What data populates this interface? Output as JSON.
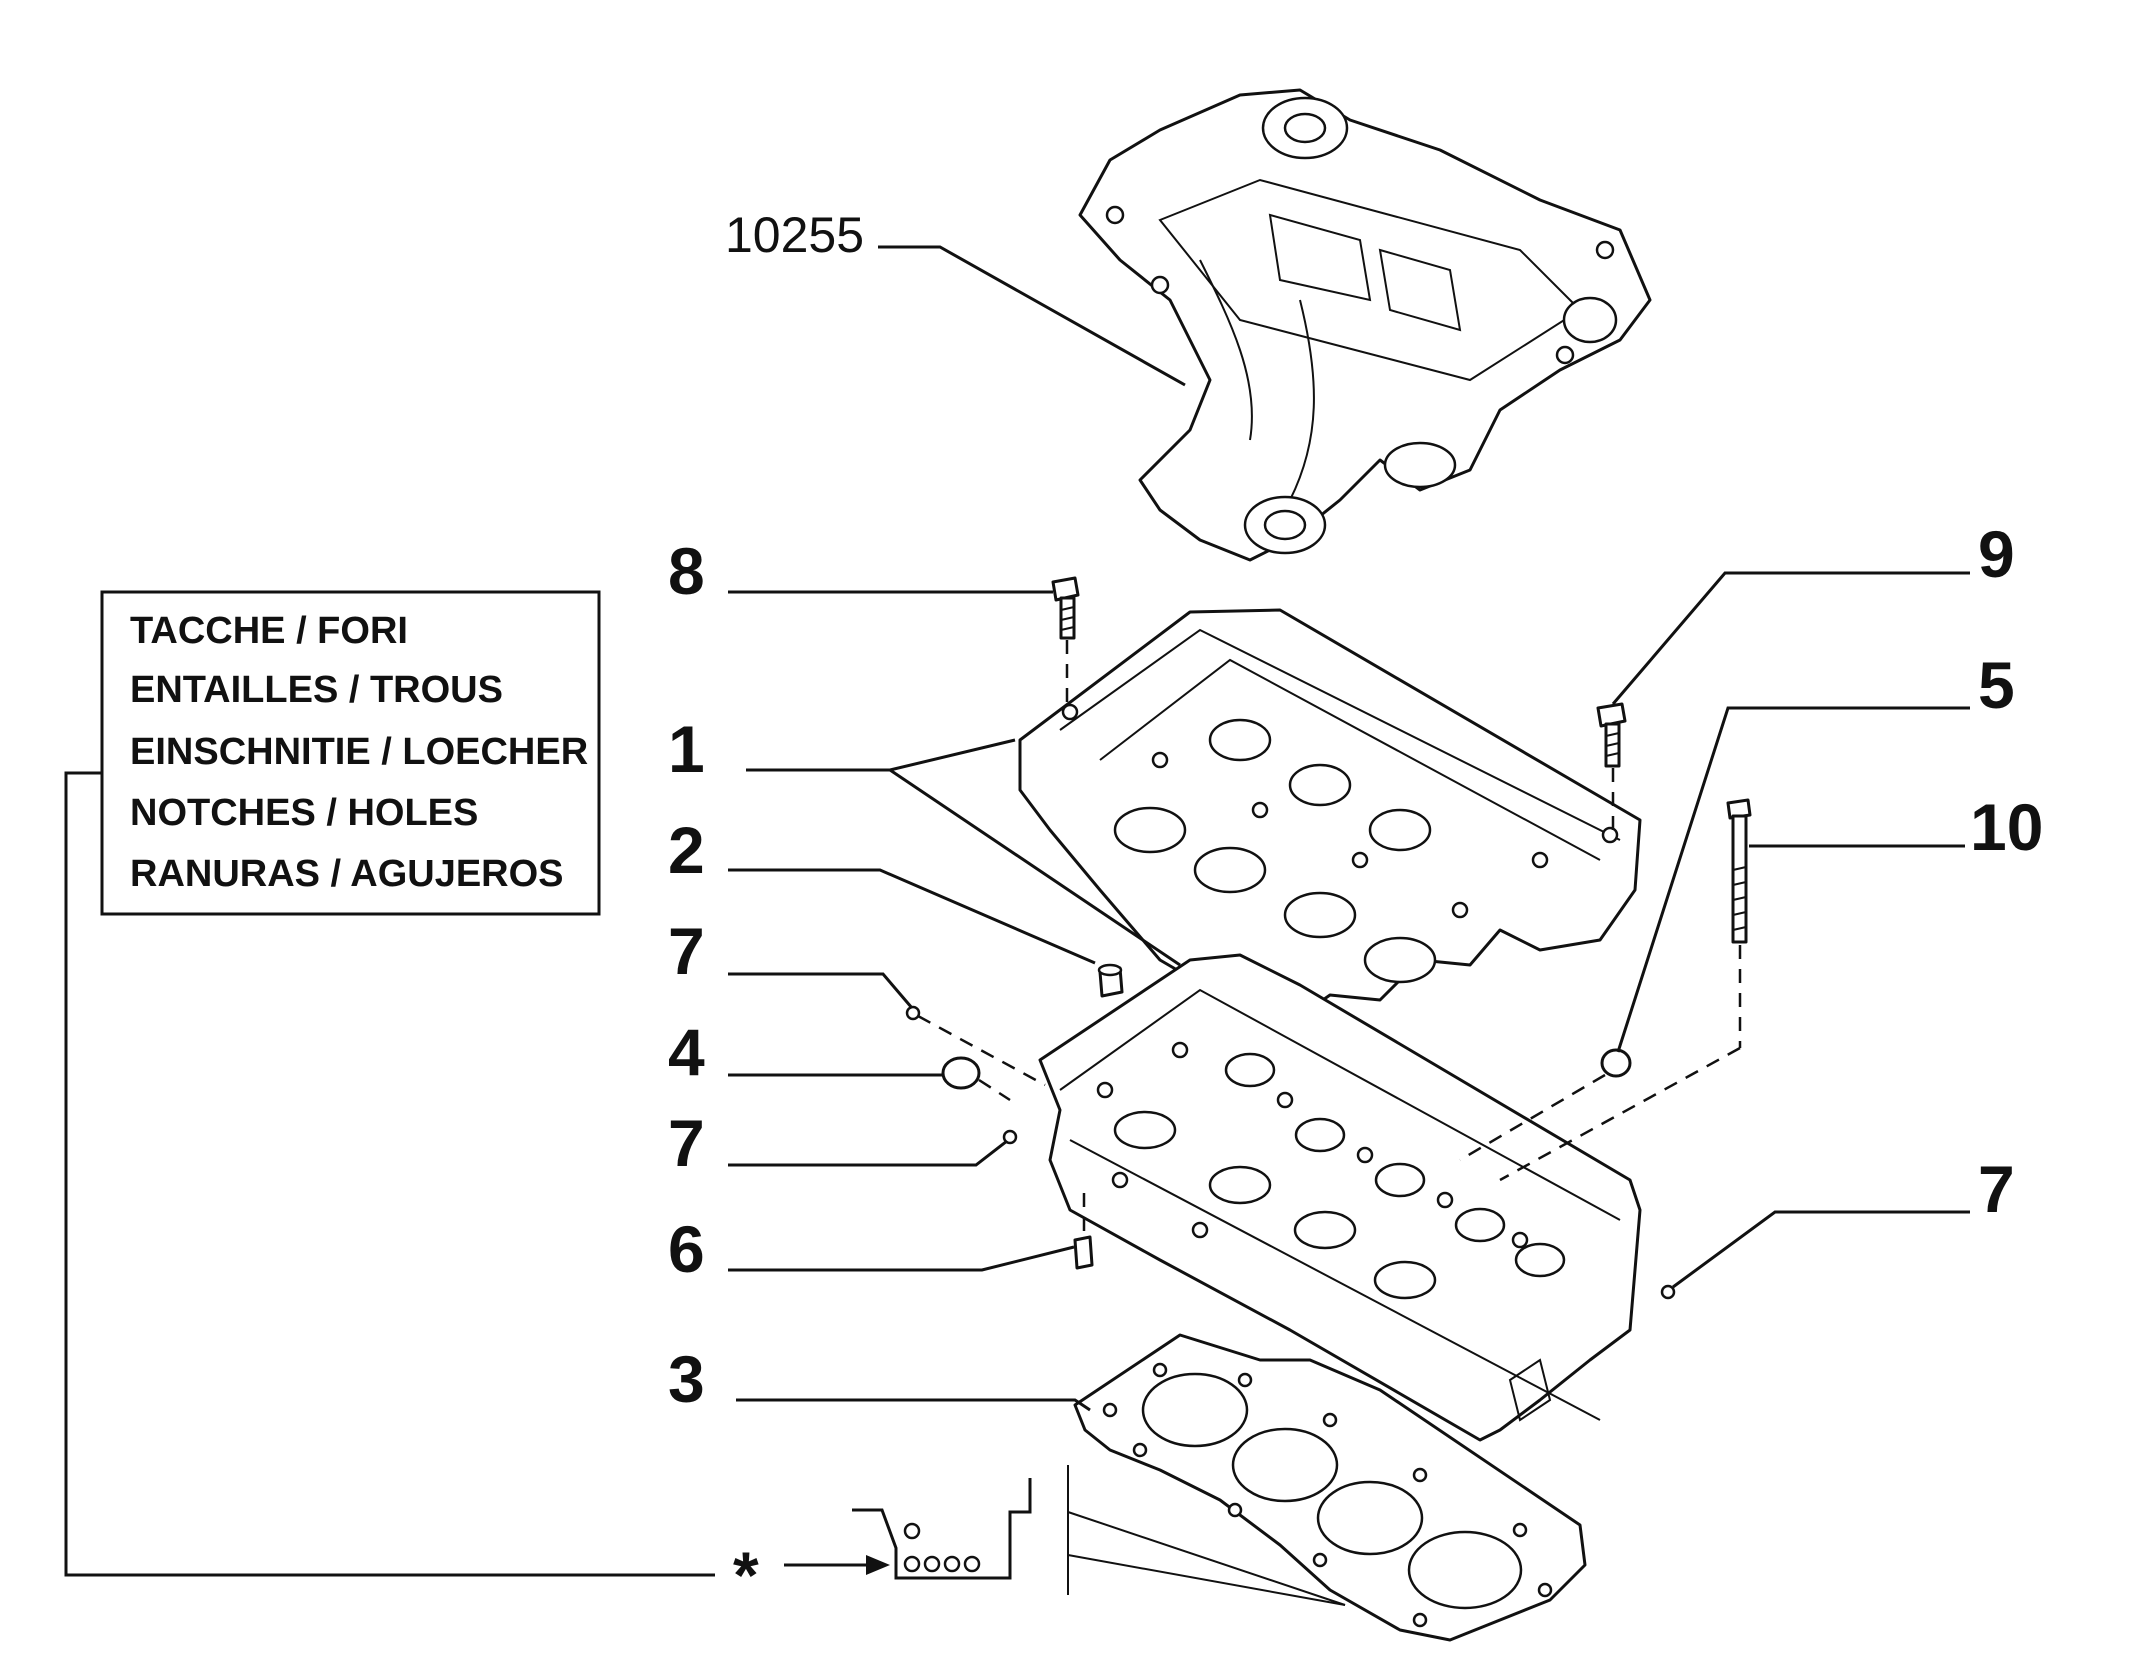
{
  "diagram": {
    "part_number": "10255",
    "callouts": [
      "1",
      "2",
      "3",
      "4",
      "5",
      "6",
      "7",
      "7",
      "7",
      "8",
      "9",
      "10"
    ],
    "asterisk": "*",
    "legend": {
      "lines": [
        "TACCHE / FORI",
        "ENTAILLES / TROUS",
        "EINSCHNITIE / LOECHER",
        "NOTCHES / HOLES",
        "RANURAS / AGUJEROS"
      ]
    }
  }
}
